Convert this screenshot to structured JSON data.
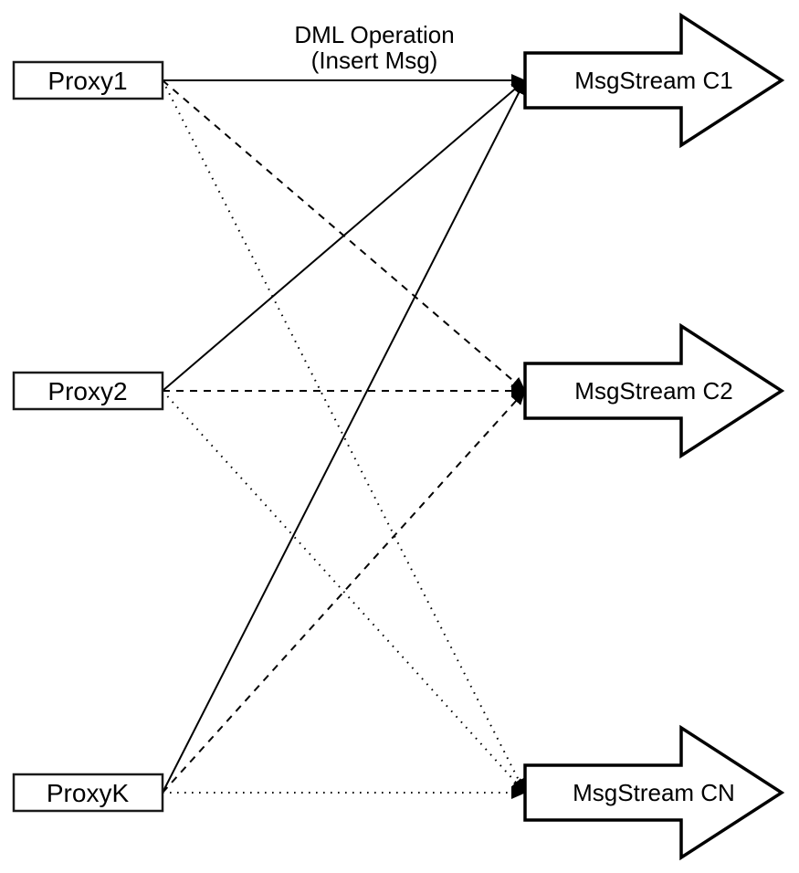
{
  "diagram": {
    "background_color": "#ffffff",
    "stroke_color": "#000000",
    "fill_color": "#ffffff",
    "edge_label": {
      "line1": "DML Operation",
      "line2": "(Insert Msg)"
    },
    "proxies": [
      {
        "id": "proxy1",
        "label": "Proxy1"
      },
      {
        "id": "proxy2",
        "label": "Proxy2"
      },
      {
        "id": "proxyk",
        "label": "ProxyK"
      }
    ],
    "streams": [
      {
        "id": "c1",
        "label": "MsgStream C1"
      },
      {
        "id": "c2",
        "label": "MsgStream C2"
      },
      {
        "id": "cn",
        "label": "MsgStream CN"
      }
    ],
    "connections": [
      {
        "from": "Proxy1",
        "to": "MsgStream C1",
        "style": "solid"
      },
      {
        "from": "Proxy1",
        "to": "MsgStream C2",
        "style": "dashed"
      },
      {
        "from": "Proxy1",
        "to": "MsgStream CN",
        "style": "dotted"
      },
      {
        "from": "Proxy2",
        "to": "MsgStream C1",
        "style": "solid"
      },
      {
        "from": "Proxy2",
        "to": "MsgStream C2",
        "style": "dashed"
      },
      {
        "from": "Proxy2",
        "to": "MsgStream CN",
        "style": "dotted"
      },
      {
        "from": "ProxyK",
        "to": "MsgStream C1",
        "style": "solid"
      },
      {
        "from": "ProxyK",
        "to": "MsgStream C2",
        "style": "dashed"
      },
      {
        "from": "ProxyK",
        "to": "MsgStream CN",
        "style": "dotted"
      }
    ]
  }
}
